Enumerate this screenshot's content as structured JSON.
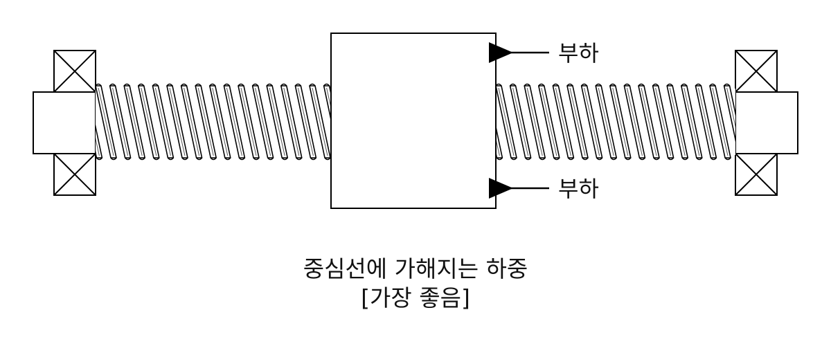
{
  "labels": {
    "load_top": "부하",
    "load_bottom": "부하"
  },
  "caption": {
    "line1": "중심선에 가해지는 하중",
    "line2": "[가장 좋음]"
  }
}
